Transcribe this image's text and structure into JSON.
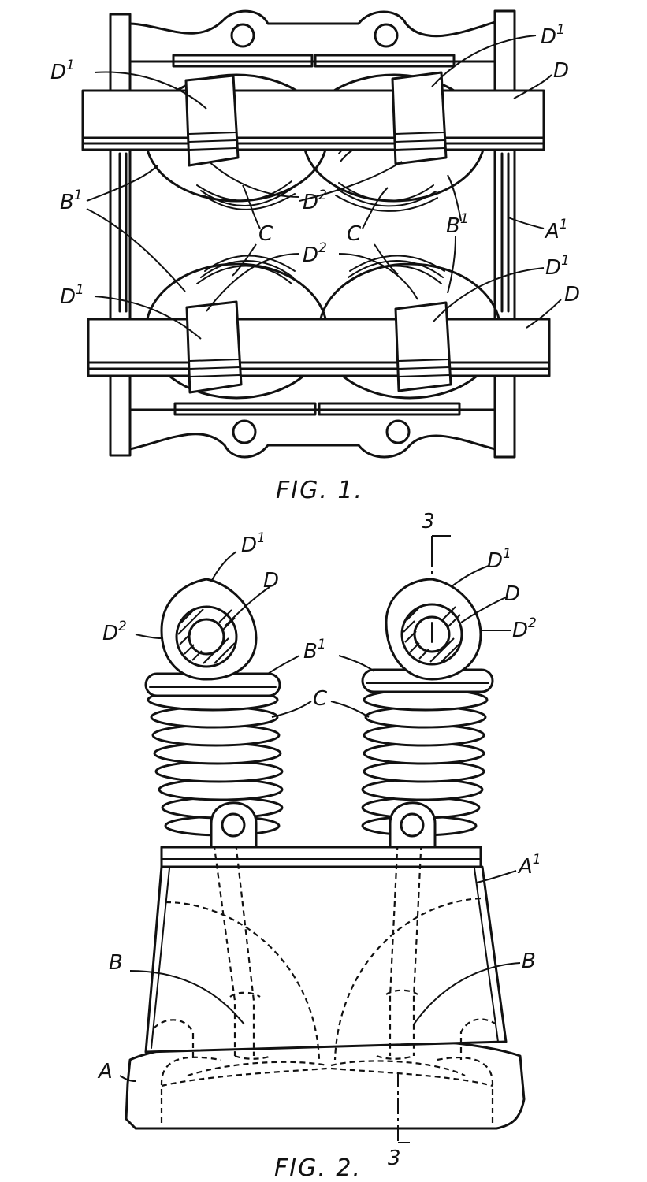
{
  "figures": [
    {
      "caption": "FIG. 1.",
      "labels": [
        {
          "id": "d1-top-left",
          "base": "D",
          "sup": "1"
        },
        {
          "id": "d1-top-right",
          "base": "D",
          "sup": "1"
        },
        {
          "id": "d-top-right",
          "base": "D",
          "sup": ""
        },
        {
          "id": "b1-left",
          "base": "B",
          "sup": "1"
        },
        {
          "id": "d2-top",
          "base": "D",
          "sup": "2"
        },
        {
          "id": "c-left",
          "base": "C",
          "sup": ""
        },
        {
          "id": "c-right",
          "base": "C",
          "sup": ""
        },
        {
          "id": "b1-right",
          "base": "B",
          "sup": "1"
        },
        {
          "id": "a1-right",
          "base": "A",
          "sup": "1"
        },
        {
          "id": "d2-bottom",
          "base": "D",
          "sup": "2"
        },
        {
          "id": "d1-bottom-left",
          "base": "D",
          "sup": "1"
        },
        {
          "id": "d1-bottom-right",
          "base": "D",
          "sup": "1"
        },
        {
          "id": "d-bottom-right",
          "base": "D",
          "sup": ""
        }
      ]
    },
    {
      "caption": "FIG. 2.",
      "labels": [
        {
          "id": "d1-left",
          "base": "D",
          "sup": "1"
        },
        {
          "id": "d-left",
          "base": "D",
          "sup": ""
        },
        {
          "id": "d2-left",
          "base": "D",
          "sup": "2"
        },
        {
          "id": "section-3-top",
          "base": "3",
          "sup": ""
        },
        {
          "id": "d1-right",
          "base": "D",
          "sup": "1"
        },
        {
          "id": "d-right",
          "base": "D",
          "sup": ""
        },
        {
          "id": "d2-right",
          "base": "D",
          "sup": "2"
        },
        {
          "id": "b1",
          "base": "B",
          "sup": "1"
        },
        {
          "id": "c",
          "base": "C",
          "sup": ""
        },
        {
          "id": "a1",
          "base": "A",
          "sup": "1"
        },
        {
          "id": "b-left",
          "base": "B",
          "sup": ""
        },
        {
          "id": "b-right",
          "base": "B",
          "sup": ""
        },
        {
          "id": "a",
          "base": "A",
          "sup": ""
        },
        {
          "id": "section-3-bottom",
          "base": "3",
          "sup": ""
        }
      ]
    }
  ]
}
